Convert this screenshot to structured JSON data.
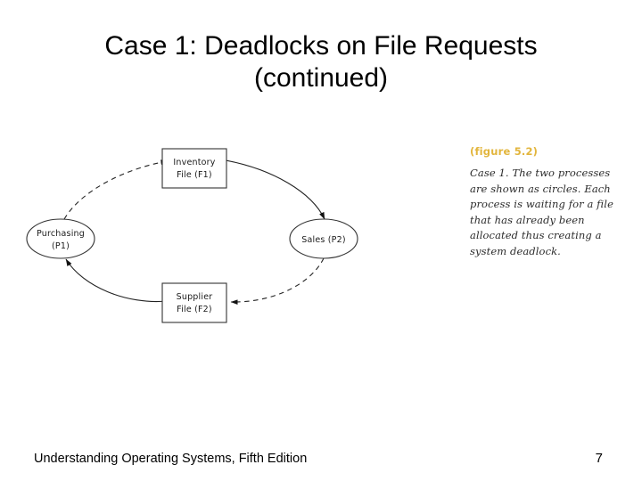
{
  "slide": {
    "title_lines": [
      "Case 1: Deadlocks on File Requests",
      "(continued)"
    ]
  },
  "figure": {
    "caption_heading": "(figure 5.2)",
    "caption_body": "Case 1. The two processes are shown as circles. Each process is waiting for a file that has already been allocated thus creating a system deadlock.",
    "caption_color": "#e2b53c",
    "nodes": {
      "inventory_file": {
        "line1": "Inventory",
        "line2": "File (F1)",
        "shape": "rectangle"
      },
      "supplier_file": {
        "line1": "Supplier",
        "line2": "File (F2)",
        "shape": "rectangle"
      },
      "purchasing": {
        "line1": "Purchasing",
        "line2": "(P1)",
        "shape": "ellipse"
      },
      "sales": {
        "line1": "Sales (P2)",
        "line2": "",
        "shape": "ellipse"
      }
    },
    "edges": [
      {
        "from": "purchasing",
        "to": "inventory_file",
        "style": "dashed",
        "meaning": "request"
      },
      {
        "from": "inventory_file",
        "to": "sales",
        "style": "solid",
        "meaning": "allocation"
      },
      {
        "from": "sales",
        "to": "supplier_file",
        "style": "dashed",
        "meaning": "request"
      },
      {
        "from": "supplier_file",
        "to": "purchasing",
        "style": "solid",
        "meaning": "allocation"
      }
    ]
  },
  "footer": {
    "book_title": "Understanding Operating Systems, Fifth Edition",
    "page_number": "7"
  }
}
